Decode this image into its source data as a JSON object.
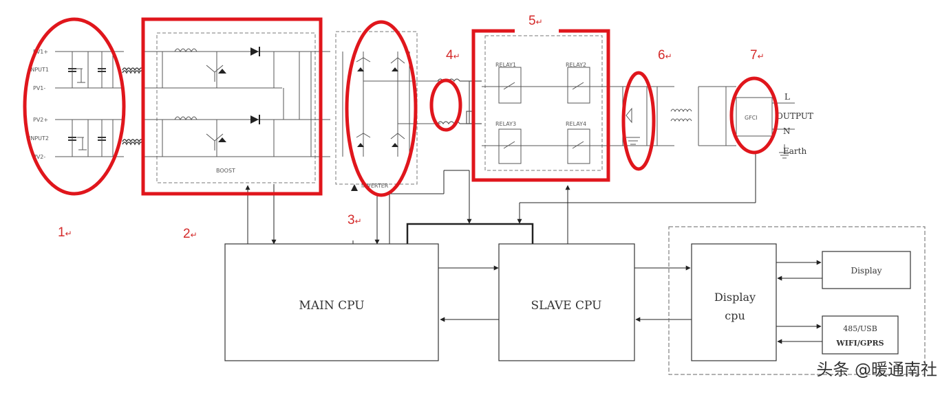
{
  "diagram": {
    "blocks": {
      "main_cpu": "MAIN CPU",
      "slave_cpu": "SLAVE CPU",
      "display_cpu_line1": "Display",
      "display_cpu_line2": "cpu",
      "display": "Display",
      "comm_line1": "485/USB",
      "comm_line2": "WIFI/GPRS",
      "boost": "BOOST",
      "inverter": "INVERTER",
      "gfci": "GFCI"
    },
    "input_labels": {
      "pv1_plus": "PV1+",
      "input1": "INPUT1",
      "pv1_minus": "PV1-",
      "pv2_plus": "PV2+",
      "input2": "INPUT2",
      "pv2_minus": "PV2-"
    },
    "relays": [
      "RELAY1",
      "RELAY2",
      "RELAY3",
      "RELAY4"
    ],
    "output_labels": {
      "l": "L",
      "output": "OUTPUT",
      "n": "N",
      "earth": "Earth"
    },
    "markers": [
      "1",
      "2",
      "3",
      "4",
      "5",
      "6",
      "7"
    ],
    "marker_suffix": "↵",
    "accent_color": "#e0161c",
    "line_color": "#333333"
  },
  "watermark": "头条 @暖通南社"
}
